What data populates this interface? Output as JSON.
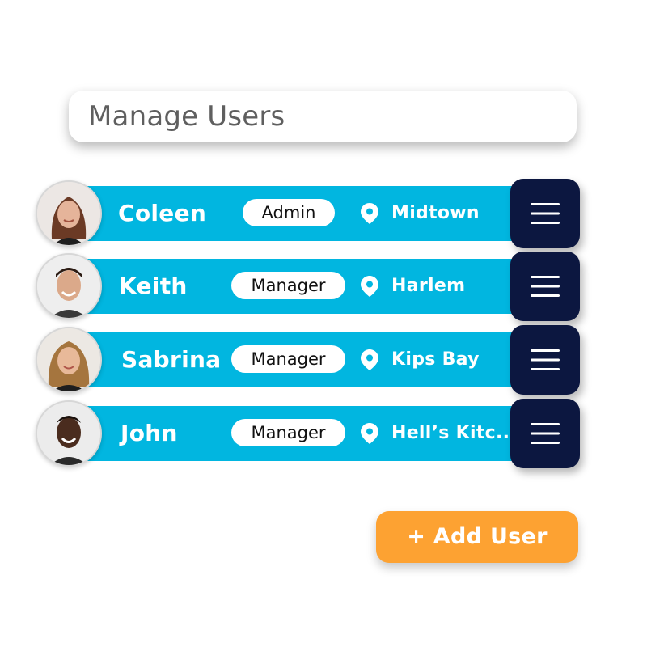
{
  "header": {
    "title": "Manage Users"
  },
  "users": [
    {
      "name": "Coleen",
      "role": "Admin",
      "location": "Midtown"
    },
    {
      "name": "Keith",
      "role": "Manager",
      "location": "Harlem"
    },
    {
      "name": "Sabrina",
      "role": "Manager",
      "location": "Kips Bay"
    },
    {
      "name": "John",
      "role": "Manager",
      "location": "Hell’s Kitc.."
    }
  ],
  "actions": {
    "add_user_label": "+ Add User"
  },
  "icons": {
    "location": "map-pin-icon",
    "menu": "hamburger-menu-icon",
    "avatar": "user-photo-avatar"
  },
  "colors": {
    "row_bar": "#01b6e0",
    "menu_button": "#0c1740",
    "add_button": "#fda232",
    "title_text": "#5f5f5f",
    "badge_bg": "#ffffff"
  }
}
